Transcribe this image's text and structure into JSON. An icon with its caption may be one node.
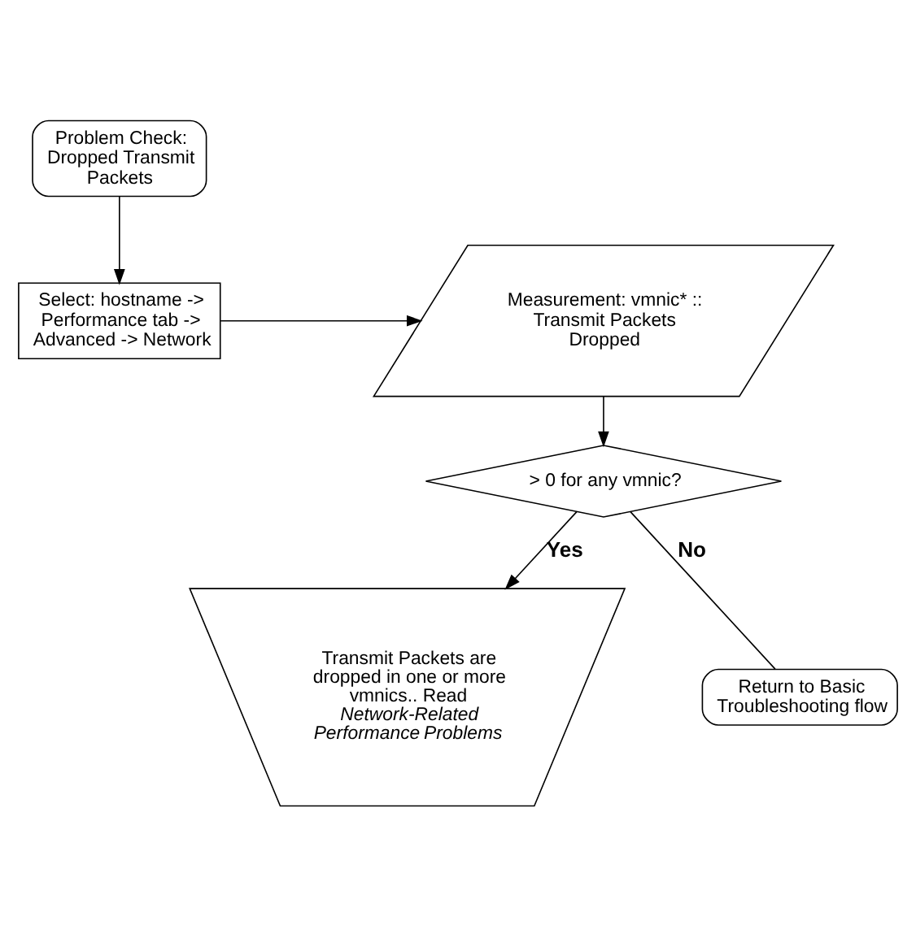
{
  "diagram": {
    "nodes": [
      {
        "text": [
          "Problem Check: Dropped Transmit Packets"
        ]
      },
      {
        "text": [
          "Select: hostname -> Performance tab -> Advanced -> Network"
        ]
      },
      {
        "text": [
          "Measurement: vmnic* :: Transmit Packets Dropped"
        ]
      },
      {
        "text": [
          "> 0 for any vmnic?"
        ]
      },
      {
        "text": [
          "Transmit Packets are dropped in one or more vmnics.. Read *Network-Related Performance Problems*"
        ]
      },
      {
        "text": [
          "Return to Basic Troubleshooting flow"
        ]
      }
    ],
    "edges": [
      {
        "from": 0,
        "to": 1,
        "arrow": "to"
      },
      {
        "from": 1,
        "to": 2,
        "arrow": "to"
      },
      {
        "from": 2,
        "to": 3,
        "arrow": "to"
      },
      {
        "from": 3,
        "to": 4,
        "arrow": "to",
        "label": "Yes"
      },
      {
        "from": 3,
        "to": 5,
        "arrow": "none",
        "label": "No"
      }
    ]
  }
}
